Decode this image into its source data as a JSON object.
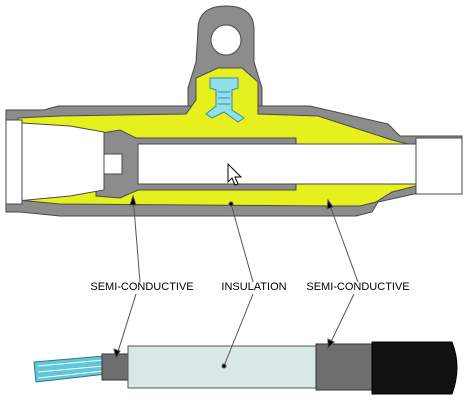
{
  "labels": {
    "semi_conductive_left": "SEMI-CONDUCTIVE",
    "insulation": "INSULATION",
    "semi_conductive_right": "SEMI-CONDUCTIVE"
  },
  "colors": {
    "housing_gray": "#8c8c8c",
    "insulation_yellow": "#e6f01c",
    "insert_cyan": "#8fe0ec",
    "cable_insulation": "#d8e8e4",
    "cable_jacket": "#111111",
    "conductor_strands": "#5fc8d8"
  },
  "icons": {
    "cursor": "mouse-pointer-icon"
  }
}
